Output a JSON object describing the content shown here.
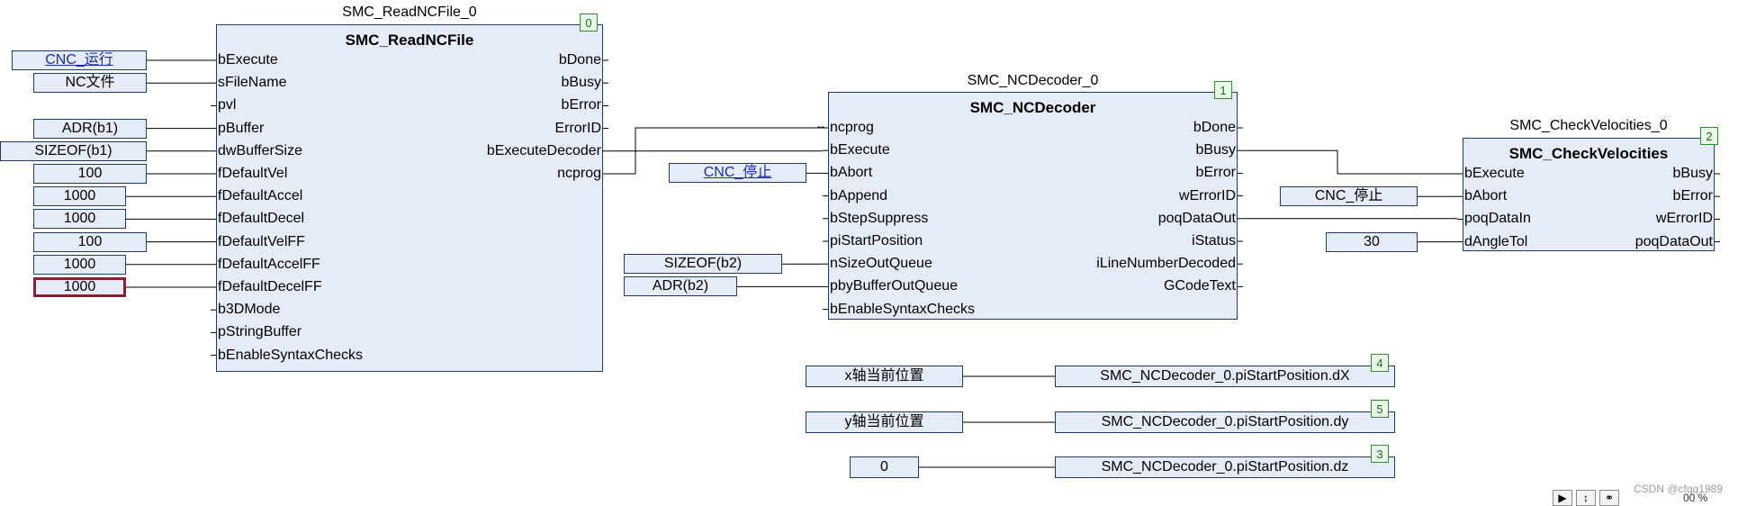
{
  "fb_read": {
    "instance": "SMC_ReadNCFile_0",
    "type": "SMC_ReadNCFile",
    "exec_order": "0",
    "inputs": [
      "bExecute",
      "sFileName",
      "pvl",
      "pBuffer",
      "dwBufferSize",
      "fDefaultVel",
      "fDefaultAccel",
      "fDefaultDecel",
      "fDefaultVelFF",
      "fDefaultAccelFF",
      "fDefaultDecelFF",
      "b3DMode",
      "pStringBuffer",
      "bEnableSyntaxChecks"
    ],
    "outputs": [
      "bDone",
      "bBusy",
      "bError",
      "ErrorID",
      "bExecuteDecoder",
      "ncprog"
    ],
    "input_values": [
      "CNC_运行",
      "NC文件",
      "",
      "ADR(b1)",
      "SIZEOF(b1)",
      "100",
      "1000",
      "1000",
      "100",
      "1000",
      "1000",
      "",
      "",
      ""
    ]
  },
  "fb_decoder": {
    "instance": "SMC_NCDecoder_0",
    "type": "SMC_NCDecoder",
    "exec_order": "1",
    "inputs": [
      "ncprog",
      "bExecute",
      "bAbort",
      "bAppend",
      "bStepSuppress",
      "piStartPosition",
      "nSizeOutQueue",
      "pbyBufferOutQueue",
      "bEnableSyntaxChecks"
    ],
    "outputs": [
      "bDone",
      "bBusy",
      "bError",
      "wErrorID",
      "poqDataOut",
      "iStatus",
      "iLineNumberDecoded",
      "GCodeText"
    ],
    "input_values": [
      "",
      "",
      "CNC_停止",
      "",
      "",
      "",
      "SIZEOF(b2)",
      "ADR(b2)",
      ""
    ]
  },
  "fb_check": {
    "instance": "SMC_CheckVelocities_0",
    "type": "SMC_CheckVelocities",
    "exec_order": "2",
    "inputs": [
      "bExecute",
      "bAbort",
      "poqDataIn",
      "dAngleTol"
    ],
    "outputs": [
      "bBusy",
      "bError",
      "wErrorID",
      "poqDataOut"
    ],
    "input_values": [
      "",
      "CNC_停止",
      "",
      "30"
    ]
  },
  "assignments": [
    {
      "source": "x轴当前位置",
      "target": "SMC_NCDecoder_0.piStartPosition.dX",
      "order": "4"
    },
    {
      "source": "y轴当前位置",
      "target": "SMC_NCDecoder_0.piStartPosition.dy",
      "order": "5"
    },
    {
      "source": "0",
      "target": "SMC_NCDecoder_0.piStartPosition.dz",
      "order": "3"
    }
  ],
  "toolbar": {
    "icons": [
      "pointer-icon",
      "cursor-icon",
      "zoom-icon"
    ],
    "zoom_text": "00 %"
  },
  "watermark": "CSDN @cfqq1989",
  "colors": {
    "block_fill": "#e6ecf7",
    "block_border": "#1e3a66",
    "link_text": "#1a2ca8",
    "selected_border": "#8a1f34",
    "exec_badge": "#2f8f2f"
  }
}
